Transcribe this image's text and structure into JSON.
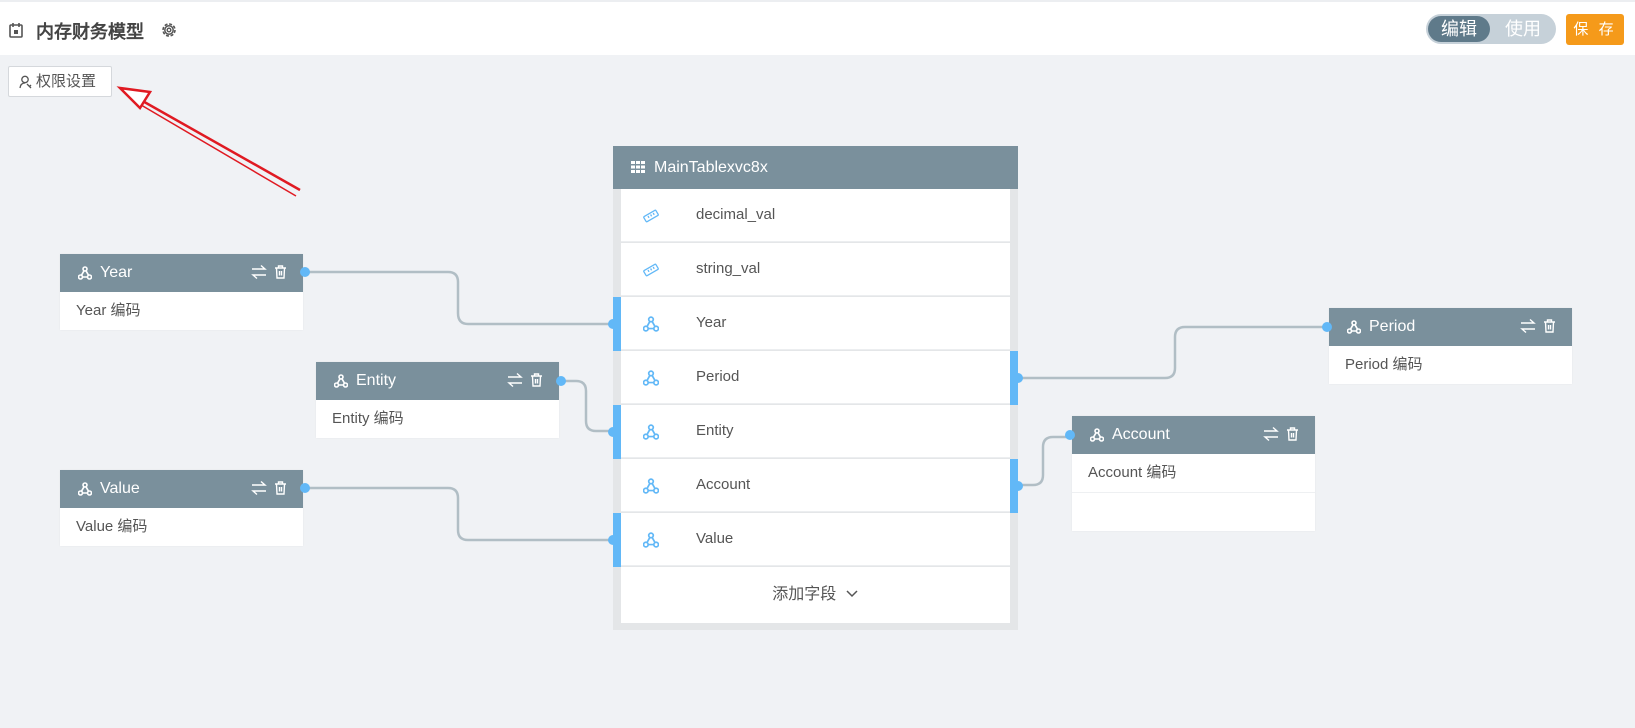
{
  "header": {
    "title": "内存财务模型",
    "title_icon": "calendar-icon",
    "settings_icon": "gear-icon",
    "mode_edit": "编辑",
    "mode_use": "使用",
    "save": "保 存"
  },
  "toolbar": {
    "permission": "权限设置",
    "permission_icon": "user-key-icon"
  },
  "colors": {
    "accent": "#62b8f7",
    "header": "#7a909c",
    "save": "#f59a1a",
    "wire": "#b1bec5"
  },
  "dims": {
    "year": {
      "name": "Year",
      "field": "Year 编码"
    },
    "entity": {
      "name": "Entity",
      "field": "Entity 编码"
    },
    "value": {
      "name": "Value",
      "field": "Value 编码"
    },
    "period": {
      "name": "Period",
      "field": "Period 编码"
    },
    "account": {
      "name": "Account",
      "field": "Account 编码"
    }
  },
  "main_table": {
    "name": "MainTablexvc8x",
    "fields": [
      "decimal_val",
      "string_val",
      "Year",
      "Period",
      "Entity",
      "Account",
      "Value"
    ],
    "add_field": "添加字段"
  }
}
